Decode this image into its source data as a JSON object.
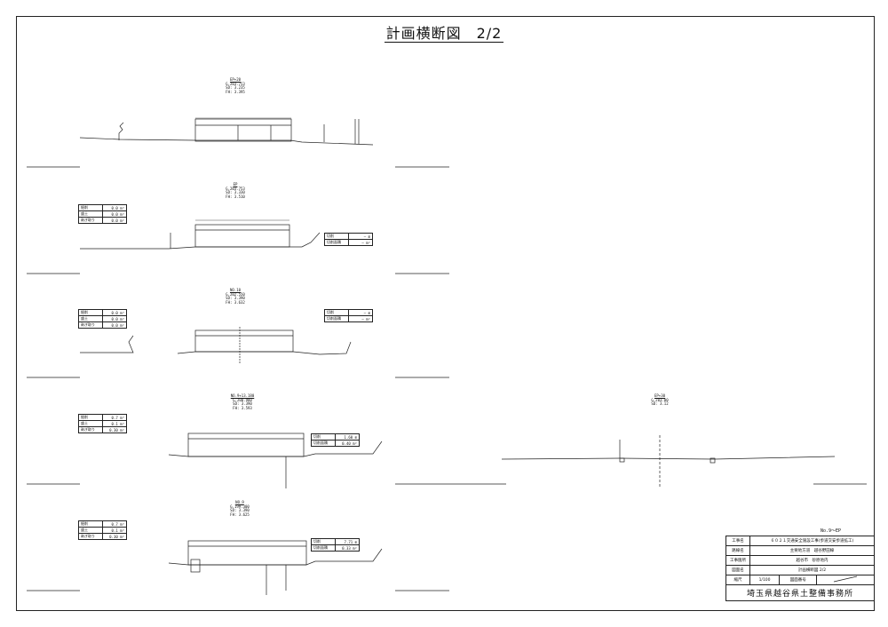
{
  "title": "計画横断図　2/2",
  "stamp": "No.9～EP",
  "sections": [
    {
      "id": "EP+20",
      "ann": [
        "EP+20",
        "G.203.753",
        "SD: 3.235",
        "FH: 3.395"
      ],
      "qty_left": null,
      "qty_right": null
    },
    {
      "id": "EP",
      "ann": [
        "EP",
        "G.203.753",
        "SD: 3.330",
        "FH: 3.510"
      ],
      "qty_left": [
        {
          "k": "掘削",
          "v": "0.0 m³"
        },
        {
          "k": "盛土",
          "v": "0.0 m³"
        },
        {
          "k": "剥ぎ取り",
          "v": "0.0 m²"
        }
      ],
      "qty_right": [
        {
          "k": "切削",
          "v": "— m"
        },
        {
          "k": "切削面積",
          "v": "— m²"
        }
      ]
    },
    {
      "id": "NO.10",
      "ann": [
        "NO.10",
        "G.202.550",
        "SD: 3.390",
        "FH: 3.632"
      ],
      "qty_left": [
        {
          "k": "掘削",
          "v": "0.0 m³"
        },
        {
          "k": "盛土",
          "v": "0.0 m³"
        },
        {
          "k": "剥ぎ取り",
          "v": "0.0 m²"
        }
      ],
      "qty_right": [
        {
          "k": "切削",
          "v": "— m"
        },
        {
          "k": "切削面積",
          "v": "— m²"
        }
      ]
    },
    {
      "id": "NO.9+13.180",
      "ann": [
        "NO.9+13.180",
        "G.200.980",
        "SD: 3.390",
        "FH: 3.593"
      ],
      "qty_left": [
        {
          "k": "掘削",
          "v": "0.7 m³"
        },
        {
          "k": "盛土",
          "v": "0.1 m³"
        },
        {
          "k": "剥ぎ取り",
          "v": "0.30 m²"
        }
      ],
      "qty_right": [
        {
          "k": "切削",
          "v": "1.60 m"
        },
        {
          "k": "切削面積",
          "v": "0.40 m²"
        }
      ]
    },
    {
      "id": "NO.9",
      "ann": [
        "NO.9",
        "G.199.300",
        "SD: 3.390",
        "FH: 3.625"
      ],
      "qty_left": [
        {
          "k": "掘削",
          "v": "0.7 m³"
        },
        {
          "k": "盛土",
          "v": "0.1 m³"
        },
        {
          "k": "剥ぎ取り",
          "v": "0.30 m²"
        }
      ],
      "qty_right": [
        {
          "k": "切削",
          "v": "7.71 m"
        },
        {
          "k": "切削面積",
          "v": "0.33 m²"
        }
      ]
    },
    {
      "id": "EP+30",
      "ann": [
        "EP+30",
        "G.203.00",
        "SD: 3.12"
      ],
      "qty_left": null,
      "qty_right": null
    }
  ],
  "titleblock": {
    "rows": [
      {
        "k": "工事名",
        "v": "６０２１交通安全施設工事(歩道交安歩道拡工)"
      },
      {
        "k": "路線名",
        "v": "主要地方道　越谷野田線"
      },
      {
        "k": "工事箇所",
        "v": "越谷市　砂原地内"
      },
      {
        "k": "図面名",
        "v": "計画横断図 2/2"
      }
    ],
    "scale_label": "縮尺",
    "scale": "1/100",
    "number_label": "図面番号",
    "office": "埼玉県越谷県土整備事務所"
  }
}
